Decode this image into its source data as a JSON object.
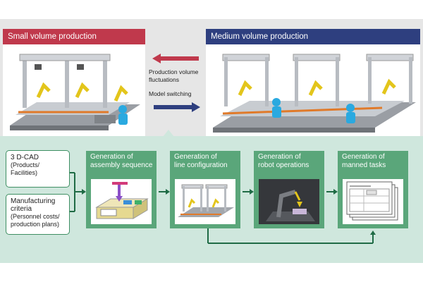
{
  "panels": {
    "small": {
      "title": "Small volume production",
      "color": "#c0394c"
    },
    "medium": {
      "title": "Medium volume production",
      "color": "#2e3f7f"
    }
  },
  "middle": {
    "fluctuation_label": [
      "Production volume",
      "fluctuations"
    ],
    "switching_label": "Model switching"
  },
  "inputs": {
    "cad": {
      "title": "3 D-CAD",
      "lines": [
        "(Products/",
        "Facilities)"
      ]
    },
    "criteria": {
      "title_lines": [
        "Manufacturing",
        "criteria"
      ],
      "lines": [
        "(Personnel costs/",
        "production plans)"
      ]
    }
  },
  "stages": [
    {
      "lines": [
        "Generation of",
        "assembly sequence"
      ]
    },
    {
      "lines": [
        "Generation of",
        "line configuration"
      ]
    },
    {
      "lines": [
        "Generation of",
        "robot operations"
      ]
    },
    {
      "lines": [
        "Generation of",
        "manned tasks"
      ]
    }
  ],
  "colors": {
    "accent_green": "#5aa67a",
    "border_green": "#3f8f63",
    "arrow_red": "#c0394c",
    "arrow_blue": "#2e3f7f"
  }
}
